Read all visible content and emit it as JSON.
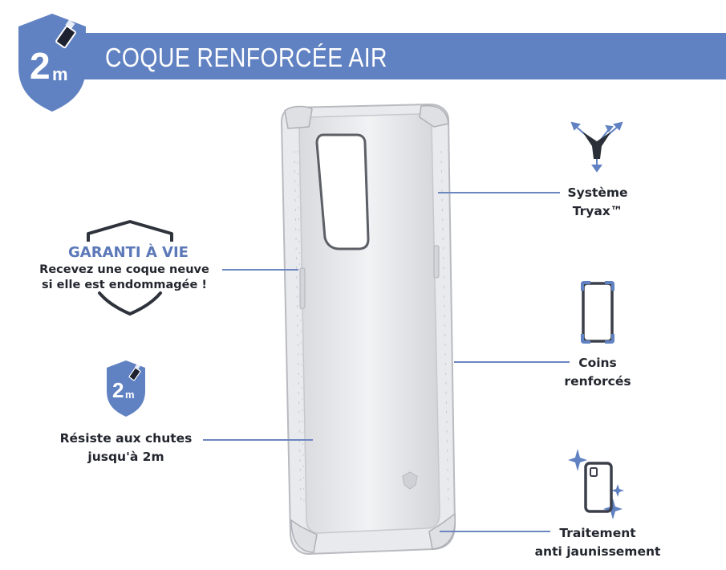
{
  "header": {
    "title": "COQUE RENFORCÉE AIR",
    "badge_number": "2",
    "badge_unit": "m"
  },
  "features": {
    "guarantee": {
      "title": "GARANTI À VIE",
      "line1": "Recevez une coque neuve",
      "line2": "si elle est endommagée !"
    },
    "drop": {
      "badge_number": "2",
      "badge_unit": "m",
      "line1": "Résiste aux chutes",
      "line2": "jusqu'à 2m"
    },
    "tryax": {
      "line1": "Système",
      "line2": "Tryax™"
    },
    "corners": {
      "line1": "Coins",
      "line2": "renforcés"
    },
    "yellowing": {
      "line1": "Traitement",
      "line2": "anti jaunissement"
    }
  },
  "colors": {
    "brand_blue": "#6182c2",
    "text_dark": "#23262e",
    "icon_dark": "#3a3f4a"
  }
}
